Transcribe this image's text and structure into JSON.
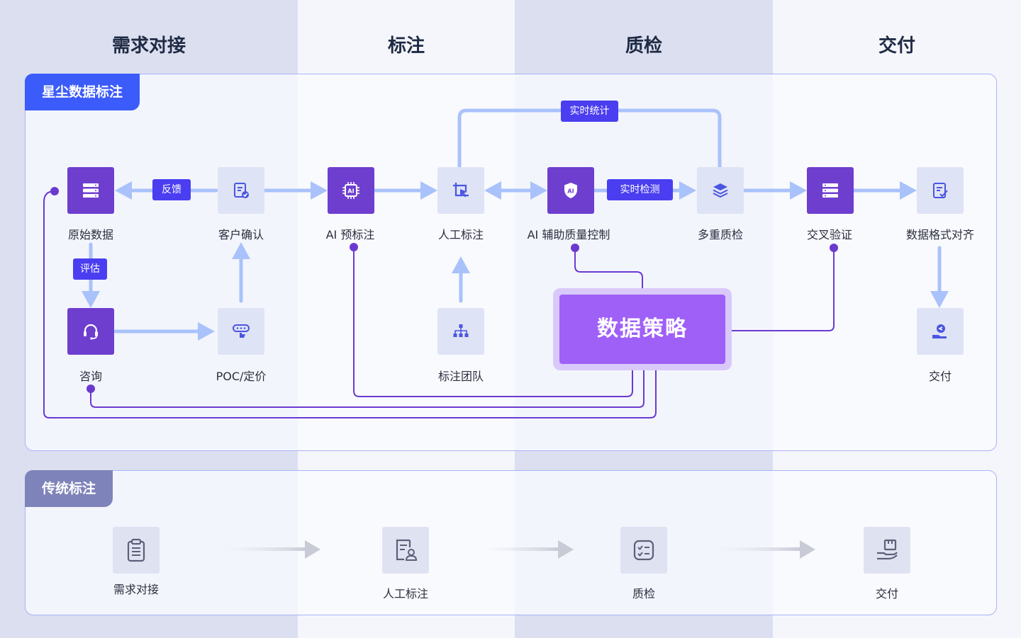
{
  "columns": [
    "需求对接",
    "标注",
    "质检",
    "交付"
  ],
  "panel_top": {
    "tag": "星尘数据标注",
    "nodes": {
      "raw_data": "原始数据",
      "client_confirm": "客户确认",
      "ai_prelabel": "AI 预标注",
      "manual_label": "人工标注",
      "ai_qc": "AI 辅助质量控制",
      "multi_qc": "多重质检",
      "cross_verify": "交叉验证",
      "format_align": "数据格式对齐",
      "consult": "咨询",
      "poc_pricing": "POC/定价",
      "label_team": "标注团队",
      "deliver": "交付"
    },
    "pills": {
      "feedback": "反馈",
      "evaluate": "评估",
      "realtime_stats": "实时统计",
      "realtime_detect": "实时检测"
    },
    "strategy": "数据策略"
  },
  "panel_bottom": {
    "tag": "传统标注",
    "nodes": [
      "需求对接",
      "人工标注",
      "质检",
      "交付"
    ]
  },
  "colors": {
    "accent_blue": "#3b5bfa",
    "purple": "#6e3ecf",
    "strategy": "#9f60f7",
    "arrow": "#a9c2fb",
    "connector": "#6a3ad0"
  }
}
